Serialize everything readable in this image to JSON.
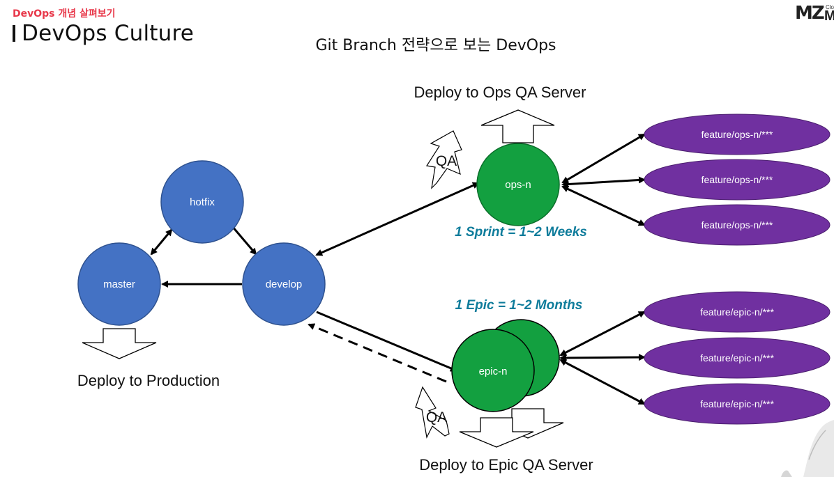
{
  "header": {
    "section_label": "DevOps 개념 살펴보기",
    "title": "DevOps Culture"
  },
  "logo": {
    "mark": "MZ",
    "small": "Clo",
    "big": "M"
  },
  "diagram": {
    "title": "Git Branch 전략으로 보는 DevOps",
    "nodes": {
      "hotfix": "hotfix",
      "master": "master",
      "develop": "develop",
      "ops": "ops-n",
      "epic": "epic-n"
    },
    "features": {
      "ops": [
        "feature/ops-n/***",
        "feature/ops-n/***",
        "feature/ops-n/***"
      ],
      "epic": [
        "feature/epic-n/***",
        "feature/epic-n/***",
        "feature/epic-n/***"
      ]
    },
    "labels": {
      "deploy_ops": "Deploy to Ops QA Server",
      "deploy_prod": "Deploy to Production",
      "deploy_epic": "Deploy to Epic QA Server",
      "sprint": "1 Sprint = 1~2 Weeks",
      "epic": "1 Epic = 1~2 Months",
      "qa_top": "QA",
      "qa_bottom": "QA"
    },
    "colors": {
      "branch_blue": "#4472c4",
      "branch_green": "#13a040",
      "feature_purple": "#7030a0",
      "accent_teal": "#0e7c9b"
    }
  }
}
